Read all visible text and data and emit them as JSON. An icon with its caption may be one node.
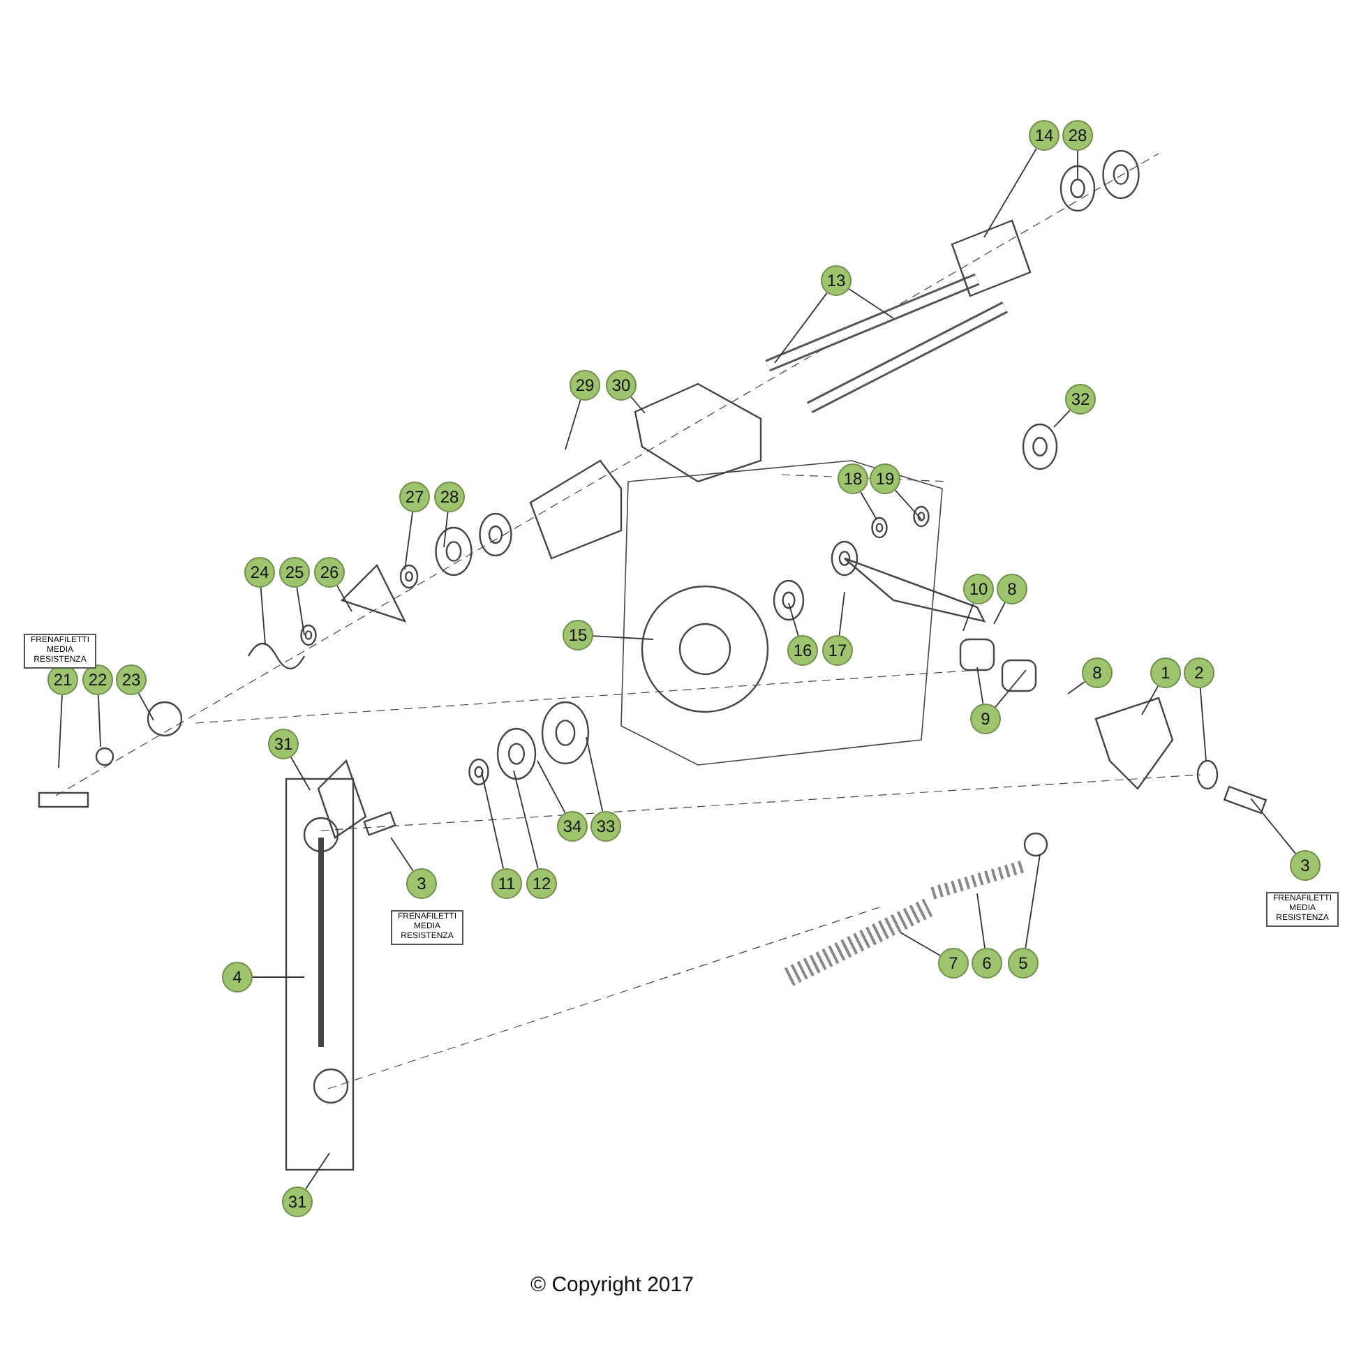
{
  "diagram": {
    "nodes": [
      {
        "text": [
          "14"
        ]
      },
      {
        "text": [
          "28"
        ]
      },
      {
        "text": [
          "13"
        ]
      },
      {
        "text": [
          "29"
        ]
      },
      {
        "text": [
          "30"
        ]
      },
      {
        "text": [
          "32"
        ]
      },
      {
        "text": [
          "18"
        ]
      },
      {
        "text": [
          "19"
        ]
      },
      {
        "text": [
          "27"
        ]
      },
      {
        "text": [
          "28"
        ]
      },
      {
        "text": [
          "24"
        ]
      },
      {
        "text": [
          "25"
        ]
      },
      {
        "text": [
          "26"
        ]
      },
      {
        "text": [
          "10"
        ]
      },
      {
        "text": [
          "8"
        ]
      },
      {
        "text": [
          "15"
        ]
      },
      {
        "text": [
          "16"
        ]
      },
      {
        "text": [
          "17"
        ]
      },
      {
        "text": [
          "21"
        ]
      },
      {
        "text": [
          "22"
        ]
      },
      {
        "text": [
          "23"
        ]
      },
      {
        "text": [
          "8"
        ]
      },
      {
        "text": [
          "1"
        ]
      },
      {
        "text": [
          "2"
        ]
      },
      {
        "text": [
          "9"
        ]
      },
      {
        "text": [
          "31"
        ]
      },
      {
        "text": [
          "3"
        ]
      },
      {
        "text": [
          "11"
        ]
      },
      {
        "text": [
          "12"
        ]
      },
      {
        "text": [
          "34"
        ]
      },
      {
        "text": [
          "33"
        ]
      },
      {
        "text": [
          "3"
        ]
      },
      {
        "text": [
          "4"
        ]
      },
      {
        "text": [
          "7"
        ]
      },
      {
        "text": [
          "6"
        ]
      },
      {
        "text": [
          "5"
        ]
      },
      {
        "text": [
          "31"
        ]
      }
    ],
    "edges": [
      {
        "from": 0,
        "to": null,
        "arrow": "none"
      },
      {
        "from": 1,
        "to": null,
        "arrow": "none"
      },
      {
        "from": 2,
        "to": null,
        "arrow": "none"
      },
      {
        "from": 2,
        "to": null,
        "arrow": "none"
      },
      {
        "from": 3,
        "to": null,
        "arrow": "none"
      },
      {
        "from": 4,
        "to": null,
        "arrow": "none"
      },
      {
        "from": 5,
        "to": null,
        "arrow": "none"
      },
      {
        "from": 6,
        "to": null,
        "arrow": "none"
      },
      {
        "from": 7,
        "to": null,
        "arrow": "none"
      },
      {
        "from": 8,
        "to": null,
        "arrow": "none"
      },
      {
        "from": 9,
        "to": null,
        "arrow": "none"
      },
      {
        "from": 10,
        "to": null,
        "arrow": "none"
      },
      {
        "from": 11,
        "to": null,
        "arrow": "none"
      },
      {
        "from": 12,
        "to": null,
        "arrow": "none"
      },
      {
        "from": 13,
        "to": null,
        "arrow": "none"
      },
      {
        "from": 14,
        "to": null,
        "arrow": "none"
      },
      {
        "from": 15,
        "to": null,
        "arrow": "none"
      },
      {
        "from": 16,
        "to": null,
        "arrow": "none"
      },
      {
        "from": 17,
        "to": null,
        "arrow": "none"
      },
      {
        "from": 18,
        "to": null,
        "arrow": "none"
      },
      {
        "from": 19,
        "to": null,
        "arrow": "none"
      },
      {
        "from": 20,
        "to": null,
        "arrow": "none"
      },
      {
        "from": 21,
        "to": null,
        "arrow": "none"
      },
      {
        "from": 22,
        "to": null,
        "arrow": "none"
      },
      {
        "from": 23,
        "to": null,
        "arrow": "none"
      },
      {
        "from": 24,
        "to": null,
        "arrow": "none"
      },
      {
        "from": 24,
        "to": null,
        "arrow": "none"
      },
      {
        "from": 25,
        "to": null,
        "arrow": "none"
      },
      {
        "from": 26,
        "to": null,
        "arrow": "none"
      },
      {
        "from": 27,
        "to": null,
        "arrow": "none"
      },
      {
        "from": 28,
        "to": null,
        "arrow": "none"
      },
      {
        "from": 29,
        "to": null,
        "arrow": "none"
      },
      {
        "from": 30,
        "to": null,
        "arrow": "none"
      },
      {
        "from": 31,
        "to": null,
        "arrow": "none"
      },
      {
        "from": 32,
        "to": null,
        "arrow": "none"
      },
      {
        "from": 33,
        "to": null,
        "arrow": "none"
      },
      {
        "from": 34,
        "to": null,
        "arrow": "none"
      },
      {
        "from": 35,
        "to": null,
        "arrow": "none"
      },
      {
        "from": 36,
        "to": null,
        "arrow": "none"
      }
    ],
    "labels": [
      "FRENAFILETTI MEDIA RESISTENZA",
      "FRENAFILETTI MEDIA RESISTENZA",
      "FRENAFILETTI MEDIA RESISTENZA",
      "© Copyright 2017"
    ]
  }
}
